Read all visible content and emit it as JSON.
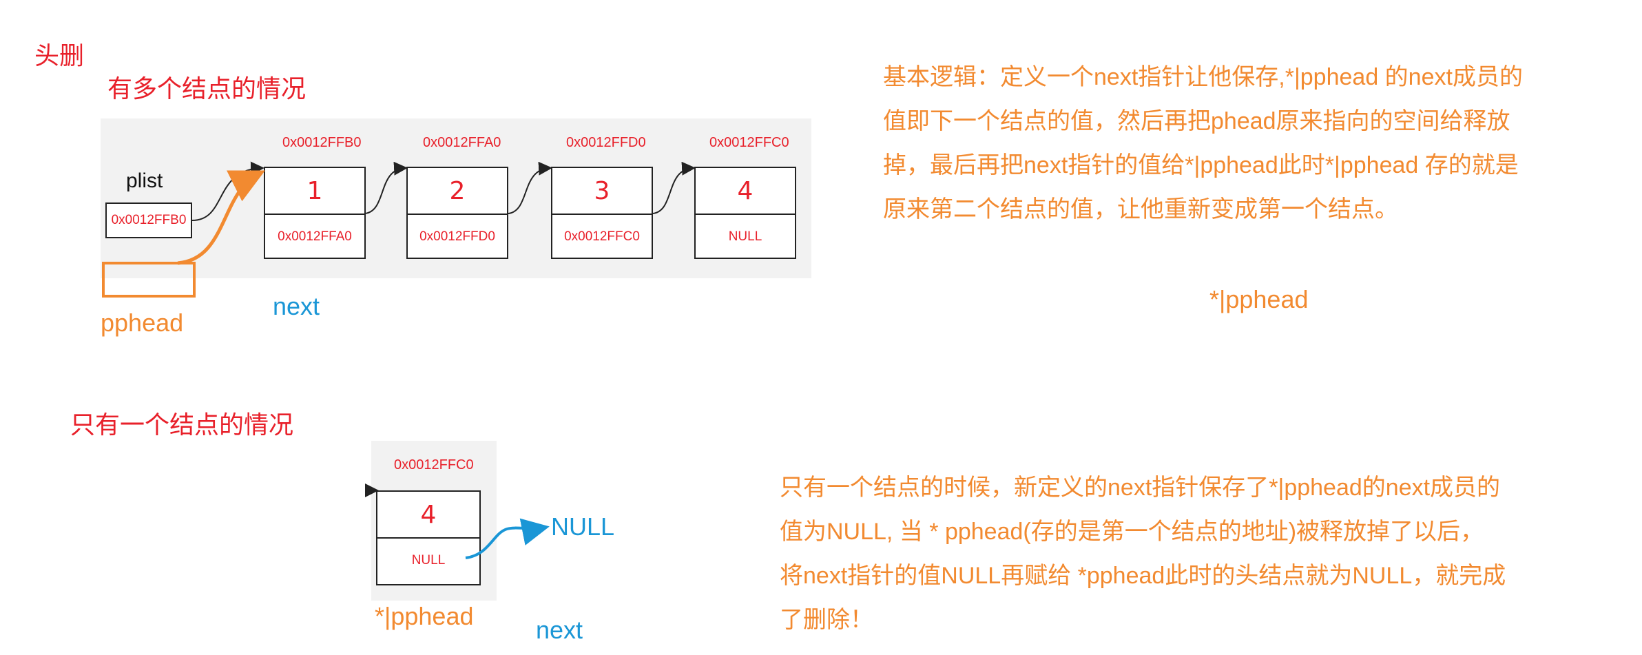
{
  "header": {
    "title": "头删"
  },
  "case_multi": {
    "title": "有多个结点的情况",
    "plist_label": "plist",
    "plist_value": "0x0012FFB0",
    "pphead_label": "pphead",
    "next_label": "next",
    "nodes": [
      {
        "addr": "0x0012FFB0",
        "data": "1",
        "next": "0x0012FFA0"
      },
      {
        "addr": "0x0012FFA0",
        "data": "2",
        "next": "0x0012FFD0"
      },
      {
        "addr": "0x0012FFD0",
        "data": "3",
        "next": "0x0012FFC0"
      },
      {
        "addr": "0x0012FFC0",
        "data": "4",
        "next": "NULL"
      }
    ]
  },
  "explain_multi": {
    "lines": [
      "基本逻辑：定义一个next指针让他保存,*|pphead 的next成员的",
      "值即下一个结点的值，然后再把phead原来指向的空间给释放",
      "掉，最后再把next指针的值给*|pphead此时*|pphead  存的就是",
      "原来第二个结点的值，让他重新变成第一个结点。"
    ],
    "note": "*|pphead"
  },
  "case_single": {
    "title": "只有一个结点的情况",
    "node": {
      "addr": "0x0012FFC0",
      "data": "4",
      "next": "NULL"
    },
    "null_label": "NULL",
    "pphead_label": "*|pphead",
    "next_label": "next"
  },
  "explain_single": {
    "lines": [
      "只有一个结点的时候，新定义的next指针保存了*|pphead的next成员的",
      "值为NULL, 当 * pphead(存的是第一个结点的地址)被释放掉了以后，",
      "将next指针的值NULL再赋给 *pphead此时的头结点就为NULL，就完成",
      "了删除！"
    ]
  },
  "colors": {
    "red": "#e8202a",
    "orange": "#f28a30",
    "blue": "#1a96d6",
    "panel": "#f2f2f2"
  }
}
